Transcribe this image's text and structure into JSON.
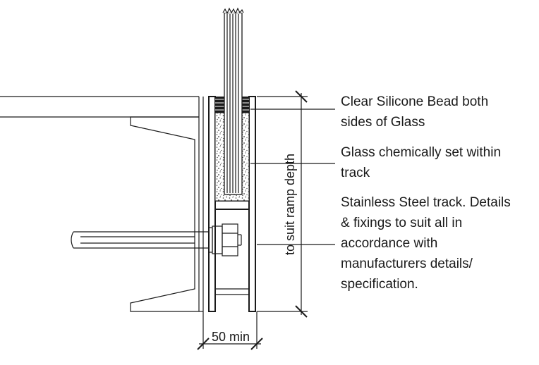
{
  "notes": {
    "silicone": [
      "Clear Silicone Bead both",
      "sides of Glass"
    ],
    "chemical": [
      "Glass chemically set within",
      "track"
    ],
    "track": [
      "Stainless Steel track. Details",
      "& fixings to suit all in",
      "accordance with",
      "manufacturers details/",
      "specification."
    ]
  },
  "dimensions": {
    "width": "50 min",
    "depth": "to suit ramp depth"
  },
  "colors": {
    "line": "#1a1a1a",
    "background": "#ffffff"
  }
}
